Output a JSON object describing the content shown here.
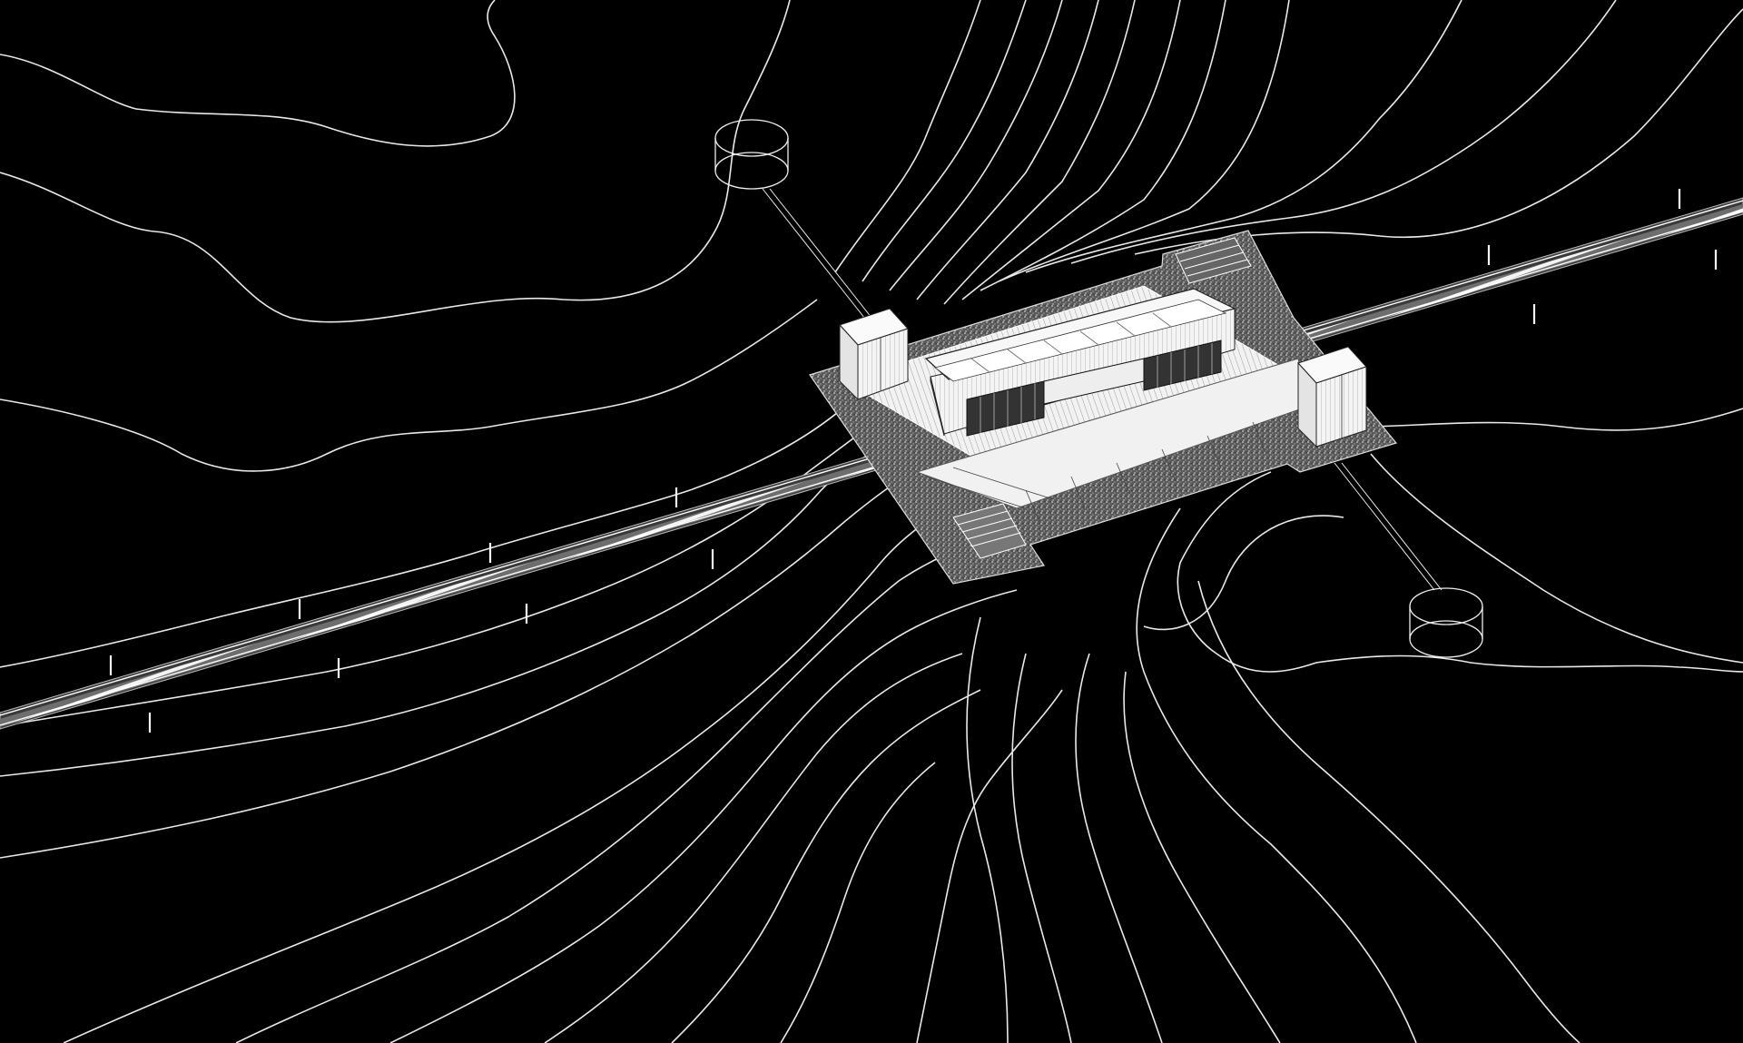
{
  "scene": {
    "kind": "isometric site plan",
    "background_color": "#000000",
    "line_color": "#ffffff",
    "gravel_color": "#8a8a8a",
    "building_fill": "#f2f2f2",
    "ground_fill": "#000000"
  },
  "elements": {
    "contours": "topographic-contour-lines",
    "track": "railway-track",
    "platform": "station-platform",
    "shelter": "station-shelter",
    "huts": [
      "utility-hut-left",
      "utility-hut-right"
    ],
    "rings": [
      "circular-marker-upper",
      "circular-marker-lower"
    ],
    "posts": "trackside-marker-posts"
  }
}
